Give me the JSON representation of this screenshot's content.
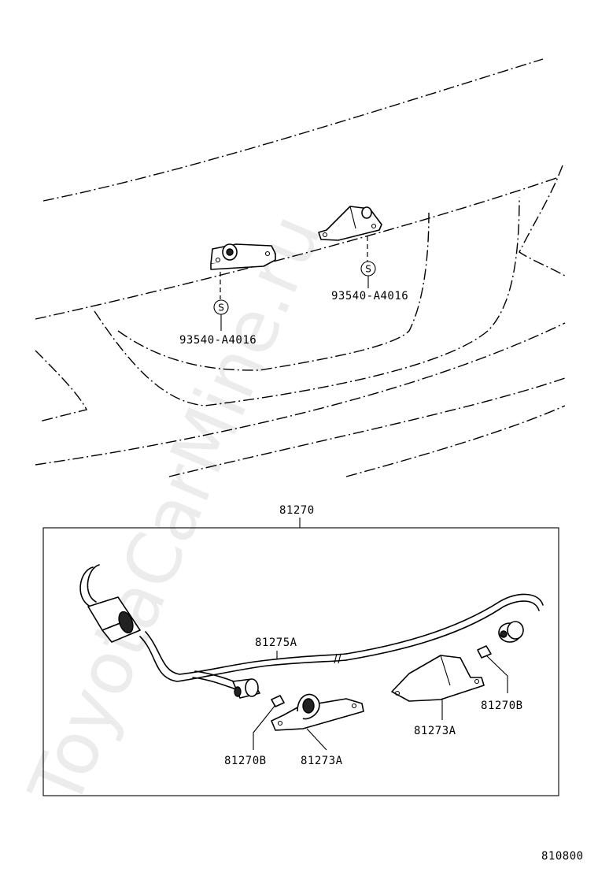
{
  "watermark": "ToyotaCarMine.ru",
  "diagram_code": "810800",
  "fastener_symbol": "S",
  "fastener_left": "93540-A4016",
  "fastener_right": "93540-A4016",
  "assembly_number": "81270",
  "wire_label": "81275A",
  "bulb_left": "81270B",
  "bulb_right": "81270B",
  "lamp_left": "81273A",
  "lamp_right": "81273A"
}
